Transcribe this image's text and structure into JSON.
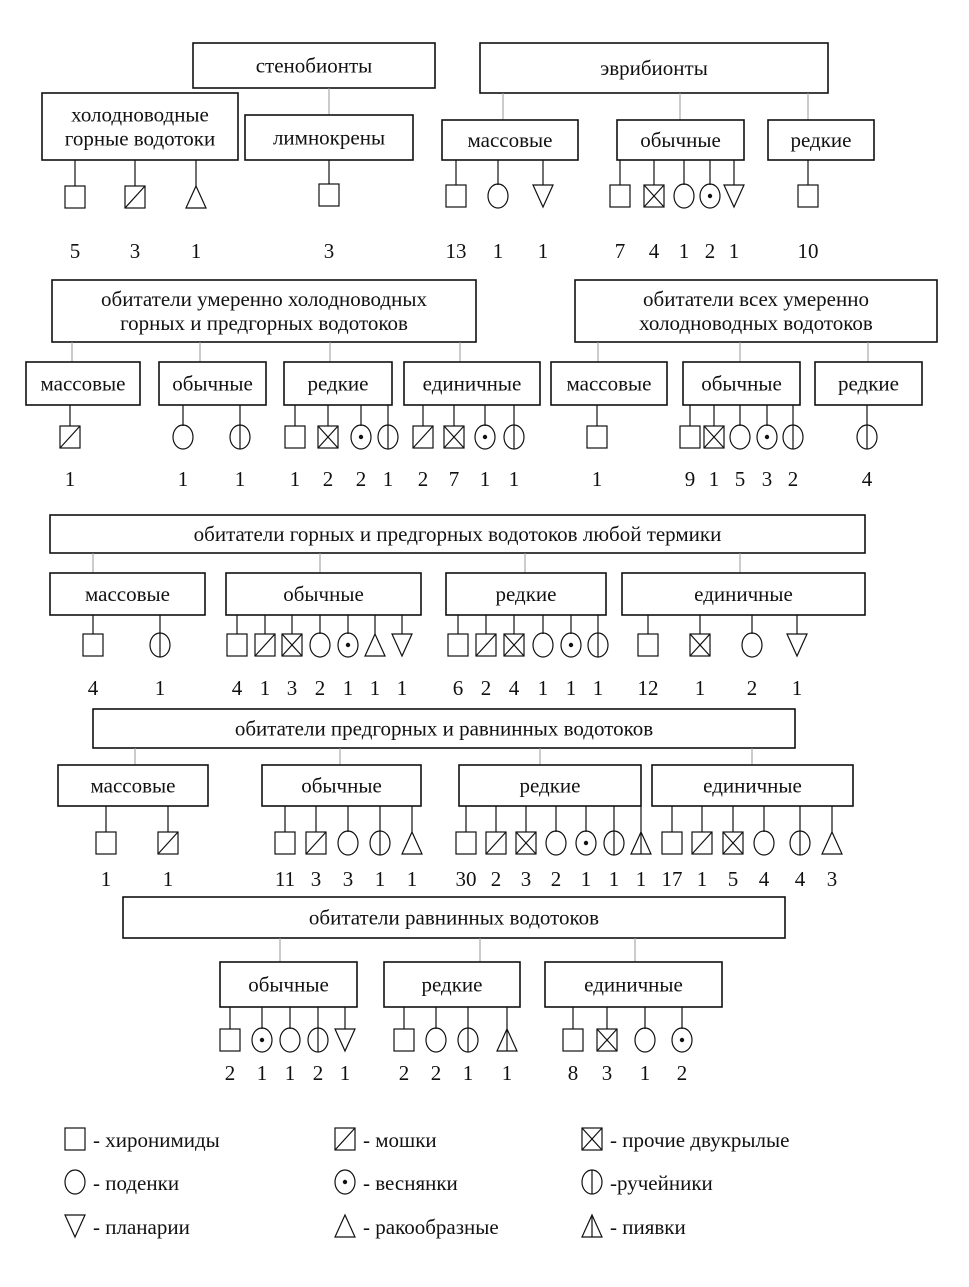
{
  "top": {
    "stenobionts": {
      "title": "стенобионты",
      "categories": [
        {
          "label": [
            "холодноводные",
            "горные водотоки"
          ],
          "items": [
            {
              "symbol": "square",
              "count": "5"
            },
            {
              "symbol": "square-slash",
              "count": "3"
            },
            {
              "symbol": "triangle-up",
              "count": "1"
            }
          ]
        },
        {
          "label": [
            "лимнокрены"
          ],
          "items": [
            {
              "symbol": "square",
              "count": "3"
            }
          ]
        }
      ]
    },
    "eurybionts": {
      "title": "эврибионты",
      "categories": [
        {
          "label": [
            "массовые"
          ],
          "items": [
            {
              "symbol": "square",
              "count": "13"
            },
            {
              "symbol": "circle",
              "count": "1"
            },
            {
              "symbol": "triangle-down",
              "count": "1"
            }
          ]
        },
        {
          "label": [
            "обычные"
          ],
          "items": [
            {
              "symbol": "square",
              "count": "7"
            },
            {
              "symbol": "square-x",
              "count": "4"
            },
            {
              "symbol": "circle",
              "count": "1"
            },
            {
              "symbol": "circle-dot",
              "count": "2"
            },
            {
              "symbol": "triangle-down",
              "count": "1"
            }
          ]
        },
        {
          "label": [
            "редкие"
          ],
          "items": [
            {
              "symbol": "square",
              "count": "10"
            }
          ]
        }
      ]
    }
  },
  "sections": [
    {
      "title": [
        "обитатели умеренно холодноводных",
        "горных и предгорных водотоков"
      ],
      "categories": [
        {
          "label": [
            "массовые"
          ],
          "items": [
            {
              "symbol": "square-slash",
              "count": "1"
            }
          ]
        },
        {
          "label": [
            "обычные"
          ],
          "items": [
            {
              "symbol": "circle",
              "count": "1"
            },
            {
              "symbol": "circle-line",
              "count": "1"
            }
          ]
        },
        {
          "label": [
            "редкие"
          ],
          "items": [
            {
              "symbol": "square",
              "count": "1"
            },
            {
              "symbol": "square-x",
              "count": "2"
            },
            {
              "symbol": "circle-dot",
              "count": "2"
            },
            {
              "symbol": "circle-line",
              "count": "1"
            }
          ]
        },
        {
          "label": [
            "единичные"
          ],
          "items": [
            {
              "symbol": "square-slash",
              "count": "2"
            },
            {
              "symbol": "square-x",
              "count": "7"
            },
            {
              "symbol": "circle-dot",
              "count": "1"
            },
            {
              "symbol": "circle-line",
              "count": "1"
            }
          ]
        }
      ]
    },
    {
      "title": [
        "обитатели всех умеренно",
        "холодноводных водотоков"
      ],
      "categories": [
        {
          "label": [
            "массовые"
          ],
          "items": [
            {
              "symbol": "square",
              "count": "1"
            }
          ]
        },
        {
          "label": [
            "обычные"
          ],
          "items": [
            {
              "symbol": "square",
              "count": "9"
            },
            {
              "symbol": "square-x",
              "count": "1"
            },
            {
              "symbol": "circle",
              "count": "5"
            },
            {
              "symbol": "circle-dot",
              "count": "3"
            },
            {
              "symbol": "circle-line",
              "count": "2"
            }
          ]
        },
        {
          "label": [
            "редкие"
          ],
          "items": [
            {
              "symbol": "circle-line",
              "count": "4"
            }
          ]
        }
      ]
    },
    {
      "title": [
        "обитатели горных и предгорных водотоков любой термики"
      ],
      "categories": [
        {
          "label": [
            "массовые"
          ],
          "items": [
            {
              "symbol": "square",
              "count": "4"
            },
            {
              "symbol": "circle-line",
              "count": "1"
            }
          ]
        },
        {
          "label": [
            "обычные"
          ],
          "items": [
            {
              "symbol": "square",
              "count": "4"
            },
            {
              "symbol": "square-slash",
              "count": "1"
            },
            {
              "symbol": "square-x",
              "count": "3"
            },
            {
              "symbol": "circle",
              "count": "2"
            },
            {
              "symbol": "circle-dot",
              "count": "1"
            },
            {
              "symbol": "triangle-up",
              "count": "1"
            },
            {
              "symbol": "triangle-down",
              "count": "1"
            }
          ]
        },
        {
          "label": [
            "редкие"
          ],
          "items": [
            {
              "symbol": "square",
              "count": "6"
            },
            {
              "symbol": "square-slash",
              "count": "2"
            },
            {
              "symbol": "square-x",
              "count": "4"
            },
            {
              "symbol": "circle",
              "count": "1"
            },
            {
              "symbol": "circle-dot",
              "count": "1"
            },
            {
              "symbol": "circle-line",
              "count": "1"
            }
          ]
        },
        {
          "label": [
            "единичные"
          ],
          "items": [
            {
              "symbol": "square",
              "count": "12"
            },
            {
              "symbol": "square-x",
              "count": "1"
            },
            {
              "symbol": "circle",
              "count": "2"
            },
            {
              "symbol": "triangle-down",
              "count": "1"
            }
          ]
        }
      ]
    },
    {
      "title": [
        "обитатели предгорных и равнинных водотоков"
      ],
      "categories": [
        {
          "label": [
            "массовые"
          ],
          "items": [
            {
              "symbol": "square",
              "count": "1"
            },
            {
              "symbol": "square-slash",
              "count": "1"
            }
          ]
        },
        {
          "label": [
            "обычные"
          ],
          "items": [
            {
              "symbol": "square",
              "count": "11"
            },
            {
              "symbol": "square-slash",
              "count": "3"
            },
            {
              "symbol": "circle",
              "count": "3"
            },
            {
              "symbol": "circle-line",
              "count": "1"
            },
            {
              "symbol": "triangle-up",
              "count": "1"
            }
          ]
        },
        {
          "label": [
            "редкие"
          ],
          "items": [
            {
              "symbol": "square",
              "count": "30"
            },
            {
              "symbol": "square-slash",
              "count": "2"
            },
            {
              "symbol": "square-x",
              "count": "3"
            },
            {
              "symbol": "circle",
              "count": "2"
            },
            {
              "symbol": "circle-dot",
              "count": "1"
            },
            {
              "symbol": "circle-line",
              "count": "1"
            },
            {
              "symbol": "triangle-line",
              "count": "1"
            }
          ]
        },
        {
          "label": [
            "единичные"
          ],
          "items": [
            {
              "symbol": "square",
              "count": "17"
            },
            {
              "symbol": "square-slash",
              "count": "1"
            },
            {
              "symbol": "square-x",
              "count": "5"
            },
            {
              "symbol": "circle",
              "count": "4"
            },
            {
              "symbol": "circle-line",
              "count": "4"
            },
            {
              "symbol": "triangle-up",
              "count": "3"
            }
          ]
        }
      ]
    },
    {
      "title": [
        "обитатели равнинных водотоков"
      ],
      "categories": [
        {
          "label": [
            "обычные"
          ],
          "items": [
            {
              "symbol": "square",
              "count": "2"
            },
            {
              "symbol": "circle-dot",
              "count": "1"
            },
            {
              "symbol": "circle",
              "count": "1"
            },
            {
              "symbol": "circle-line",
              "count": "2"
            },
            {
              "symbol": "triangle-down",
              "count": "1"
            }
          ]
        },
        {
          "label": [
            "редкие"
          ],
          "items": [
            {
              "symbol": "square",
              "count": "2"
            },
            {
              "symbol": "circle",
              "count": "2"
            },
            {
              "symbol": "circle-line",
              "count": "1"
            },
            {
              "symbol": "triangle-line",
              "count": "1"
            }
          ]
        },
        {
          "label": [
            "единичные"
          ],
          "items": [
            {
              "symbol": "square",
              "count": "8"
            },
            {
              "symbol": "square-x",
              "count": "3"
            },
            {
              "symbol": "circle",
              "count": "1"
            },
            {
              "symbol": "circle-dot",
              "count": "2"
            }
          ]
        }
      ]
    }
  ],
  "legend": [
    {
      "symbol": "square",
      "label": "- хиронимиды"
    },
    {
      "symbol": "square-slash",
      "label": "- мошки"
    },
    {
      "symbol": "square-x",
      "label": "- прочие двукрылые"
    },
    {
      "symbol": "circle",
      "label": "- поденки"
    },
    {
      "symbol": "circle-dot",
      "label": "- веснянки"
    },
    {
      "symbol": "circle-line",
      "label": "-ручейники"
    },
    {
      "symbol": "triangle-down",
      "label": "- планарии"
    },
    {
      "symbol": "triangle-up",
      "label": "- ракообразные"
    },
    {
      "symbol": "triangle-line",
      "label": "- пиявки"
    }
  ]
}
